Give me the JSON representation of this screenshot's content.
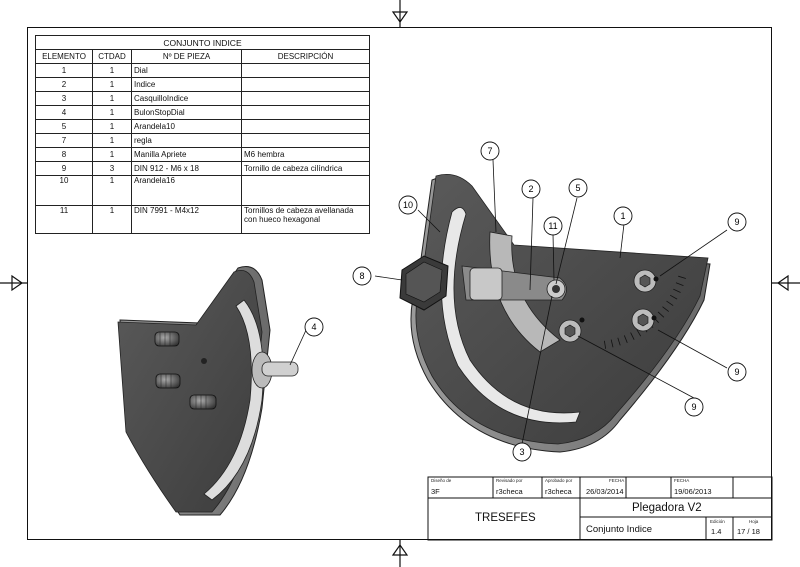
{
  "bom": {
    "title": "CONJUNTO INDICE",
    "headers": [
      "ELEMENTO",
      "CTDAD",
      "Nº DE PIEZA",
      "DESCRIPCIÓN"
    ],
    "rows": [
      {
        "elemento": "1",
        "ctdad": "1",
        "pieza": "Dial",
        "descripcion": ""
      },
      {
        "elemento": "2",
        "ctdad": "1",
        "pieza": "Indice",
        "descripcion": ""
      },
      {
        "elemento": "3",
        "ctdad": "1",
        "pieza": "CasquilloIndice",
        "descripcion": ""
      },
      {
        "elemento": "4",
        "ctdad": "1",
        "pieza": "BulonStopDial",
        "descripcion": ""
      },
      {
        "elemento": "5",
        "ctdad": "1",
        "pieza": "Arandela10",
        "descripcion": ""
      },
      {
        "elemento": "7",
        "ctdad": "1",
        "pieza": "regla",
        "descripcion": ""
      },
      {
        "elemento": "8",
        "ctdad": "1",
        "pieza": "Manilla Apriete",
        "descripcion": "M6 hembra"
      },
      {
        "elemento": "9",
        "ctdad": "3",
        "pieza": "DIN 912 - M6 x 18",
        "descripcion": "Tornillo de cabeza cilíndrica"
      },
      {
        "elemento": "10",
        "ctdad": "1",
        "pieza": "Arandela16",
        "descripcion": ""
      },
      {
        "elemento": "11",
        "ctdad": "1",
        "pieza": "DIN 7991 - M4x12",
        "descripcion": "Tornillos de cabeza avellanada con hueco hexagonal"
      }
    ]
  },
  "balloons": [
    "1",
    "2",
    "3",
    "4",
    "5",
    "7",
    "8",
    "9",
    "9",
    "9",
    "10",
    "11"
  ],
  "title_block": {
    "diseno_label": "Diseño de",
    "diseno_value": "3F",
    "revisado_label": "Revisado por",
    "revisado_value": "r3checa",
    "aprobado_label": "Aprobado por",
    "aprobado_value": "r3checa",
    "fecha1_label": "FECHA",
    "fecha1_value": "26/03/2014",
    "fecha2_label": "FECHA",
    "fecha2_value": "19/06/2013",
    "company": "TRESEFES",
    "project": "Plegadora V2",
    "drawing_title": "Conjunto Indice",
    "edicion_label": "Edición",
    "edicion_value": "1.4",
    "hoja_label": "Hoja",
    "hoja_value": "17 / 18"
  }
}
